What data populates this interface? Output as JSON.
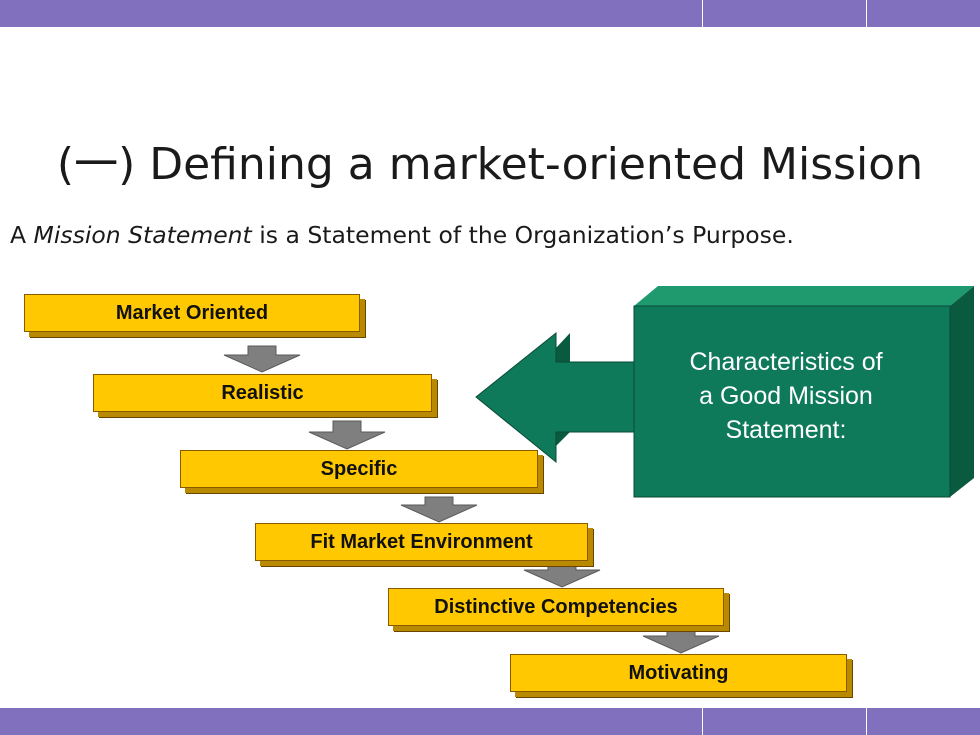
{
  "slide": {
    "title": "(一) Defining a market-oriented Mission",
    "subtitle_prefix": "A ",
    "subtitle_emphasis": "Mission Statement",
    "subtitle_suffix": " is a Statement of the Organization’s Purpose."
  },
  "diagram": {
    "characteristics_box": {
      "lines": [
        "Characteristics of",
        "a Good Mission",
        "Statement:"
      ]
    },
    "steps": [
      {
        "label": "Market Oriented"
      },
      {
        "label": "Realistic"
      },
      {
        "label": "Specific"
      },
      {
        "label": "Fit Market Environment"
      },
      {
        "label": "Distinctive Competencies"
      },
      {
        "label": "Motivating"
      }
    ]
  },
  "colors": {
    "band": "#8070bd",
    "step_fill": "#ffc800",
    "box_front": "#0f7a5a",
    "box_top": "#1f9a6e",
    "box_side": "#0a5a40",
    "connector": "#7f7f7f"
  }
}
